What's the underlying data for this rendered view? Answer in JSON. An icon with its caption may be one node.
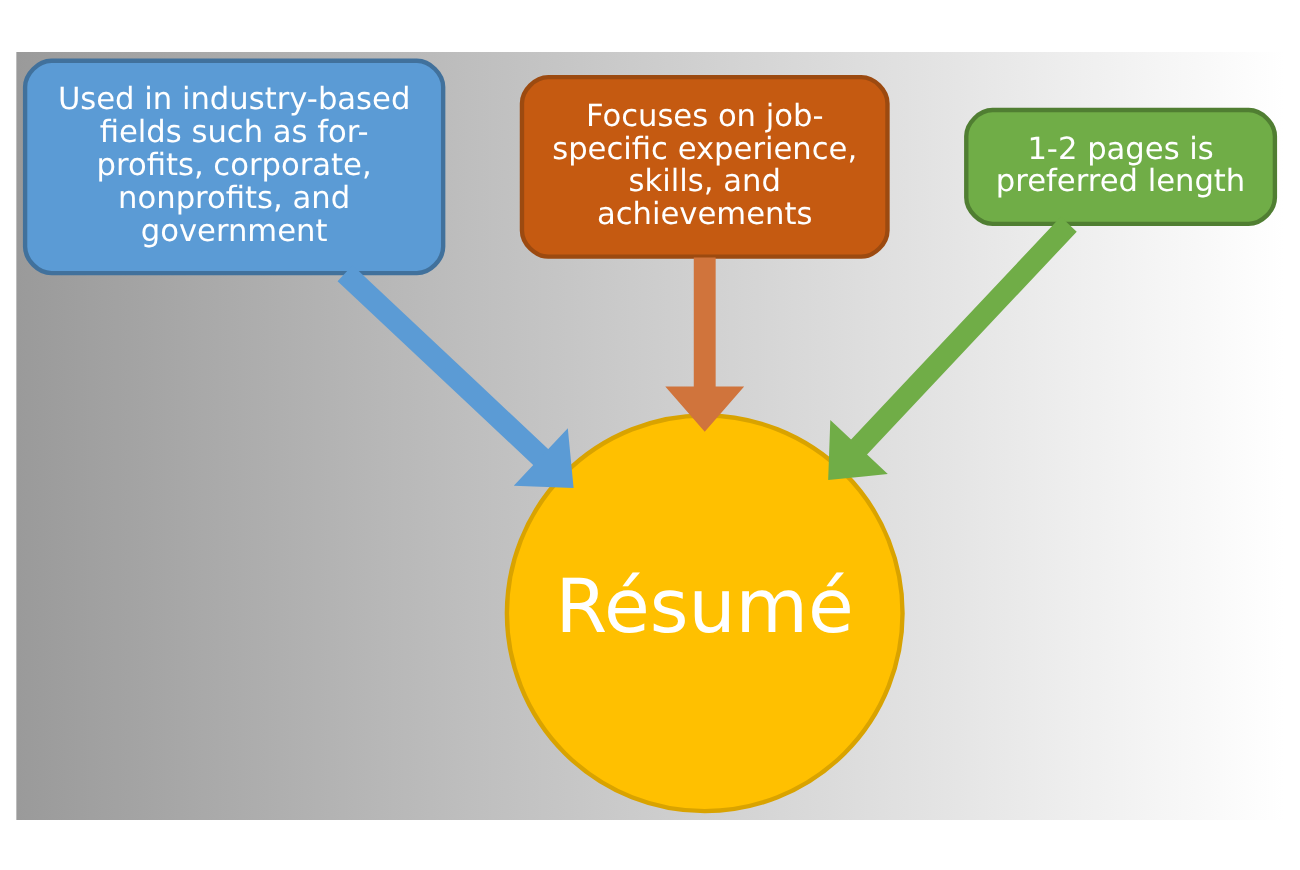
{
  "diagram": {
    "nodes": [
      {
        "text": [
          "Used in industry-based fields such as for-profits, corporate, nonprofits, and government"
        ]
      },
      {
        "text": [
          "Focuses on job-specific experience, skills, and achievements"
        ]
      },
      {
        "text": [
          "1-2 pages is preferred length"
        ]
      },
      {
        "text": [
          "Résumé"
        ]
      }
    ],
    "edges": [
      {
        "from": 0,
        "to": 3,
        "arrow": "to",
        "color": "#5b9bd5"
      },
      {
        "from": 1,
        "to": 3,
        "arrow": "to",
        "color": "#d0743c"
      },
      {
        "from": 2,
        "to": 3,
        "arrow": "to",
        "color": "#70ad47"
      }
    ]
  }
}
